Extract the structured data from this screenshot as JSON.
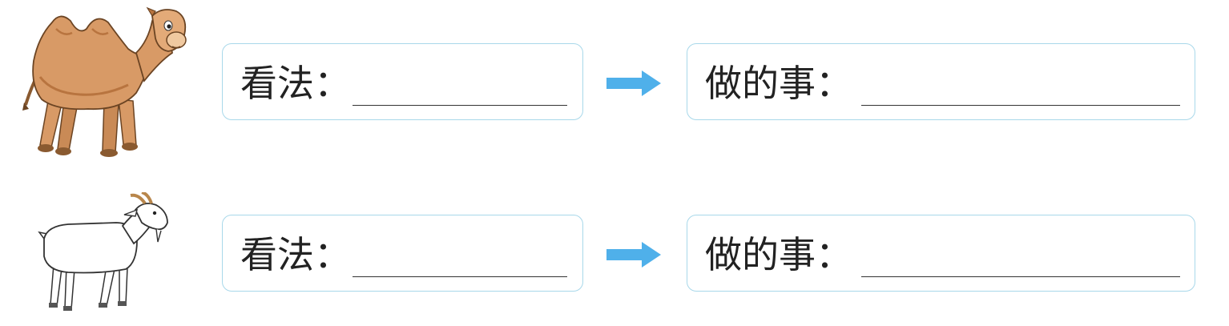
{
  "rows": [
    {
      "animal": "camel",
      "opinion_label": "看法：",
      "action_label": "做的事："
    },
    {
      "animal": "goat",
      "opinion_label": "看法：",
      "action_label": "做的事："
    }
  ],
  "colors": {
    "box_border": "#a8d8ea",
    "arrow": "#4fb0ea",
    "camel_body": "#d89a66",
    "camel_shade": "#b8743f",
    "goat_body": "#ffffff",
    "text": "#222222"
  },
  "icons": {
    "row1_picture": "camel-icon",
    "row2_picture": "goat-icon",
    "connector": "arrow-right-icon"
  }
}
